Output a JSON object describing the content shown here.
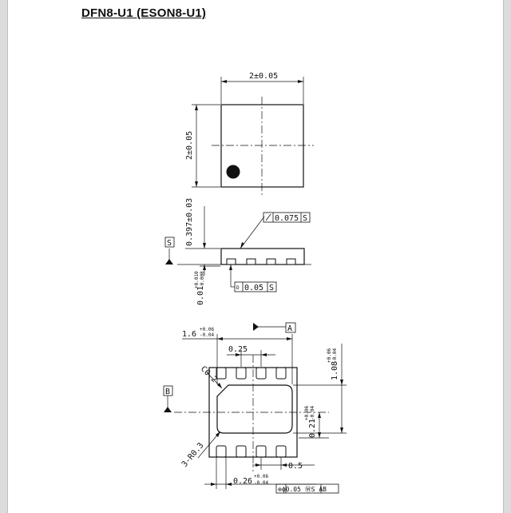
{
  "title": "DFN8-U1 (ESON8-U1)",
  "top_view": {
    "width_dim": "2±0.05",
    "height_dim": "2±0.05"
  },
  "side_view": {
    "datum_s": "S",
    "height_dim": "0.397±0.03",
    "standoff_nom": "0.01",
    "standoff_tol_plus": "+0.010",
    "standoff_tol_minus": "-0.008",
    "flatness_value": "0.075",
    "flatness_ref": "S",
    "coplanarity_symbol": "D",
    "coplanarity_value": "0.05",
    "coplanarity_ref": "S"
  },
  "bottom_view": {
    "datum_a": "A",
    "datum_b": "B",
    "pad_width_nom": "1.6",
    "pad_width_tol_plus": "+0.06",
    "pad_width_tol_minus": "-0.04",
    "pitch": "0.25",
    "pad_height_nom": "1.08",
    "pad_height_tol_plus": "+0.06",
    "pad_height_tol_minus": "-0.04",
    "lead_offset_nom": "0.21",
    "lead_offset_tol_plus": "+0.06",
    "lead_offset_tol_minus": "-0.04",
    "corner_label": "C0.2",
    "radius_label": "3-R0.3",
    "lead_pitch": "0.5",
    "lead_width_nom": "0.26",
    "lead_width_tol_plus": "+0.06",
    "lead_width_tol_minus": "-0.04",
    "position_tol": "⊕ϕ0.05 ⓂS AB"
  }
}
